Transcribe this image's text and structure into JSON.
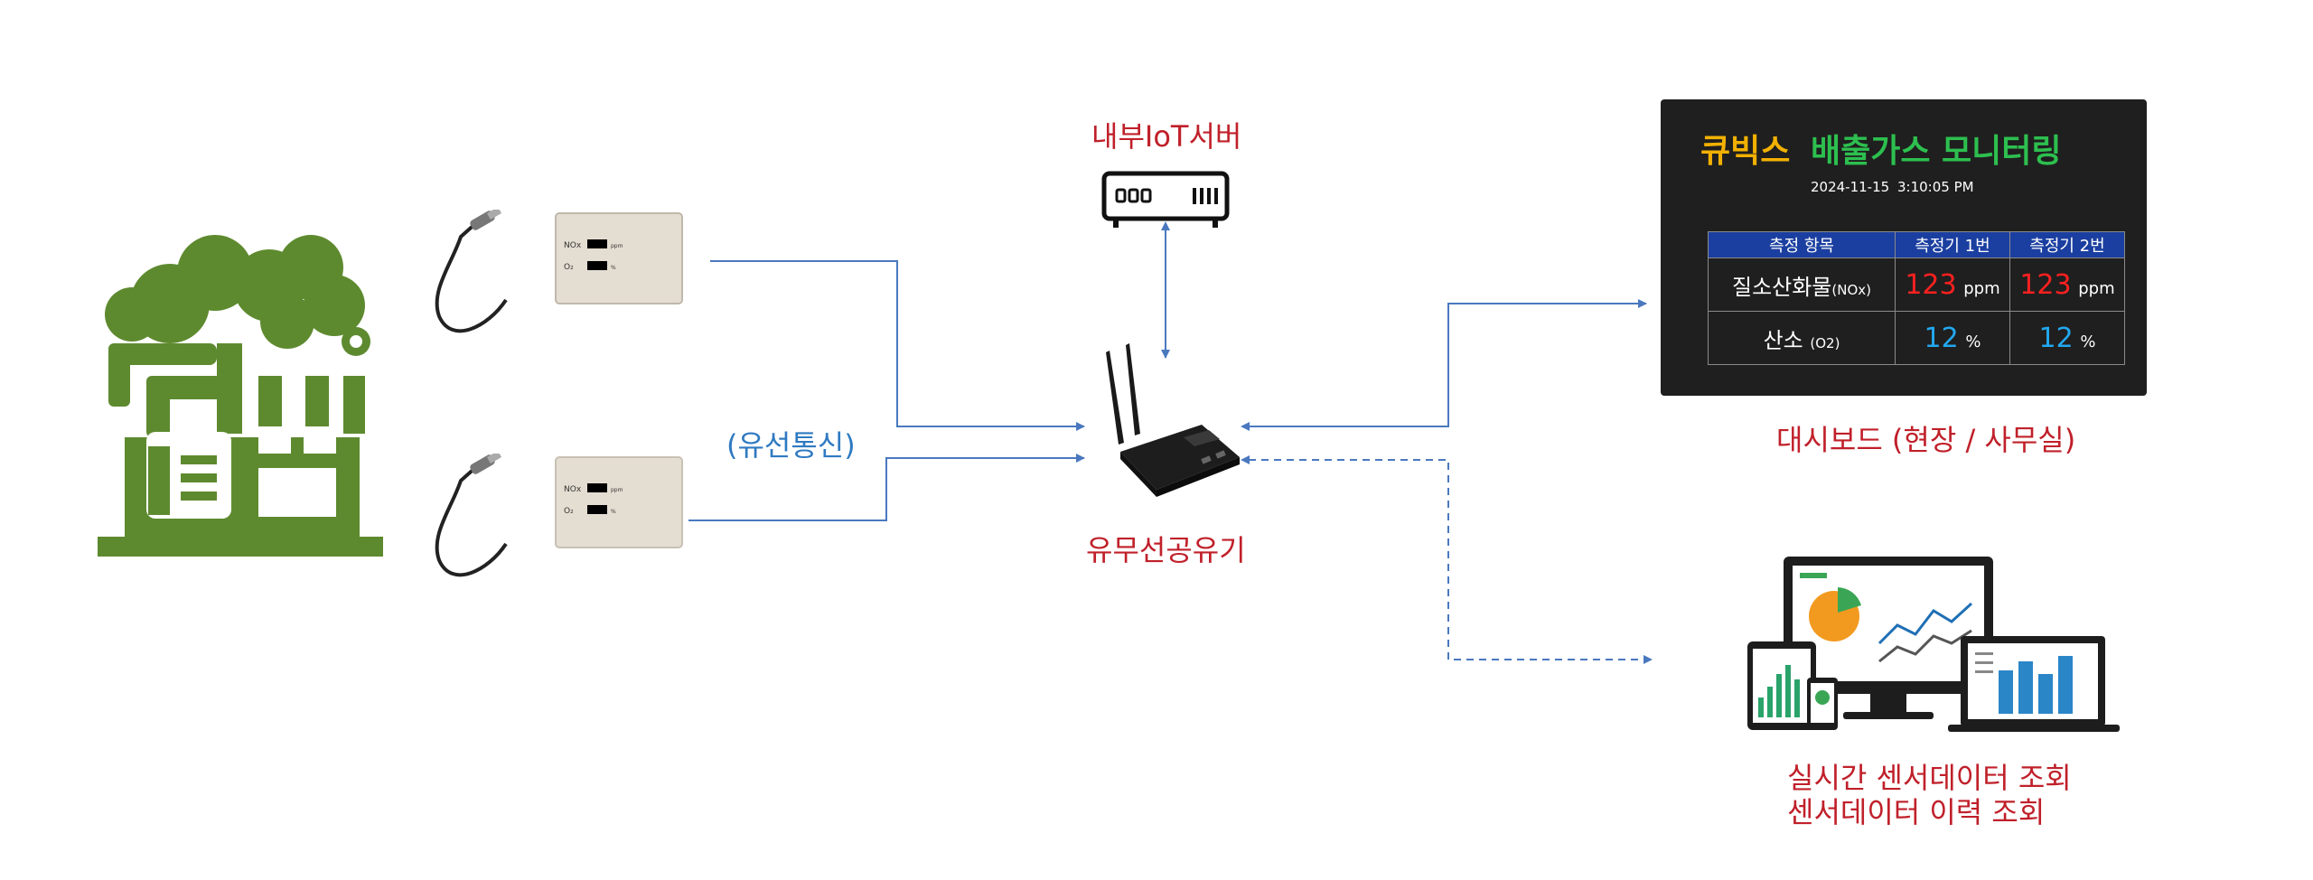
{
  "labels": {
    "server": "내부IoT서버",
    "router": "유무선공유기",
    "wired": "(유선통신)",
    "dashboard_caption": "대시보드 (현장 / 사무실)",
    "realtime_line1": "실시간 센서데이터 조회",
    "realtime_line2": "센서데이터 이력 조회"
  },
  "sensor_box": {
    "nox_label": "NOx",
    "o2_label": "O₂",
    "ppm_unit": "ppm",
    "percent_unit": "%"
  },
  "dashboard": {
    "brand": "큐빅스",
    "title": "배출가스 모니터링",
    "date": "2024-11-15",
    "time": "3:10:05 PM",
    "headers": [
      "측정 항목",
      "측정기 1번",
      "측정기 2번"
    ],
    "rows": [
      {
        "item": "질소산화물",
        "item_suffix": "(NOx)",
        "v1": "123",
        "v2": "123",
        "unit": "ppm"
      },
      {
        "item": "산소",
        "item_suffix": "(O2)",
        "v1": "12",
        "v2": "12",
        "unit": "%"
      }
    ]
  },
  "colors": {
    "factory": "#5e8a2f",
    "connector": "#4a78bf",
    "label_red": "#c0202a",
    "label_blue": "#2f7ac2",
    "brand": "#f2b100",
    "title": "#2dbf4f",
    "dash_header": "#1b3fa0"
  },
  "icons": [
    "factory-icon",
    "sensor-probe-icon",
    "server-icon",
    "router-icon",
    "devices-icon"
  ]
}
